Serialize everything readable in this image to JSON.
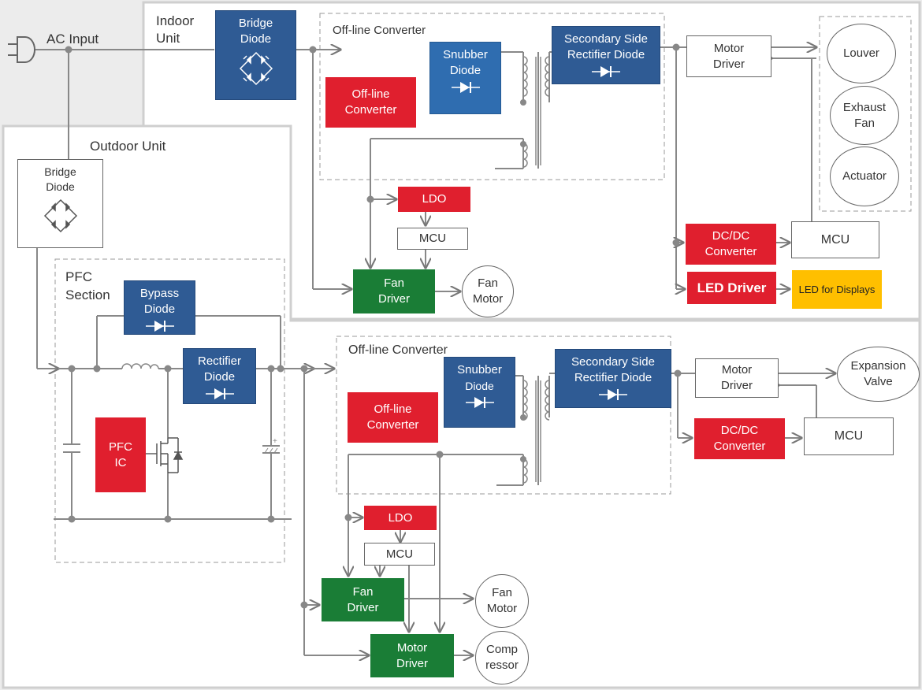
{
  "colors": {
    "power_blue": "#2f5b94",
    "snubber_blue": "#2f6db0",
    "ic_red": "#e01f2e",
    "driver_green": "#1a7d36",
    "display_amber": "#ffbf00",
    "wire_gray": "#888888"
  },
  "plug": {
    "icon": "ac-plug-icon",
    "label": "AC Input"
  },
  "indoor": {
    "title": [
      "Indoor",
      "Unit"
    ],
    "bridge_diode": [
      "Bridge",
      "Diode"
    ],
    "offline_group": "Off-line Converter",
    "offline_converter": [
      "Off-line",
      "Converter"
    ],
    "snubber_diode": [
      "Snubber",
      "Diode"
    ],
    "secondary_diode": [
      "Secondary Side",
      "Rectifier Diode"
    ],
    "ldo": "LDO",
    "mcu_small": "MCU",
    "fan_driver": [
      "Fan",
      "Driver"
    ],
    "fan_motor": [
      "Fan",
      "Motor"
    ],
    "motor_driver": [
      "Motor",
      "Driver"
    ],
    "louver": "Louver",
    "exhaust_fan": [
      "Exhaust",
      "Fan"
    ],
    "actuator": "Actuator",
    "dcdc": [
      "DC/DC",
      "Converter"
    ],
    "mcu": "MCU",
    "led_driver": "LED Driver",
    "led_displays": "LED for Displays"
  },
  "outdoor": {
    "title": "Outdoor Unit",
    "bridge_diode": [
      "Bridge",
      "Diode"
    ],
    "pfc_section": [
      "PFC",
      "Section"
    ],
    "bypass_diode": [
      "Bypass",
      "Diode"
    ],
    "rectifier_diode": [
      "Rectifier",
      "Diode"
    ],
    "pfc_ic": [
      "PFC",
      "IC"
    ],
    "offline_group": "Off-line Converter",
    "offline_converter": [
      "Off-line",
      "Converter"
    ],
    "snubber_diode": [
      "Snubber",
      "Diode"
    ],
    "secondary_diode": [
      "Secondary Side",
      "Rectifier Diode"
    ],
    "ldo": "LDO",
    "mcu_small": "MCU",
    "fan_driver": [
      "Fan",
      "Driver"
    ],
    "fan_motor": [
      "Fan",
      "Motor"
    ],
    "motor_driver": [
      "Motor",
      "Driver"
    ],
    "compressor": [
      "Comp",
      "ressor"
    ],
    "motor_driver_2": [
      "Motor",
      "Driver"
    ],
    "expansion_valve": [
      "Expansion",
      "Valve"
    ],
    "dcdc": [
      "DC/DC",
      "Converter"
    ],
    "mcu": "MCU"
  }
}
